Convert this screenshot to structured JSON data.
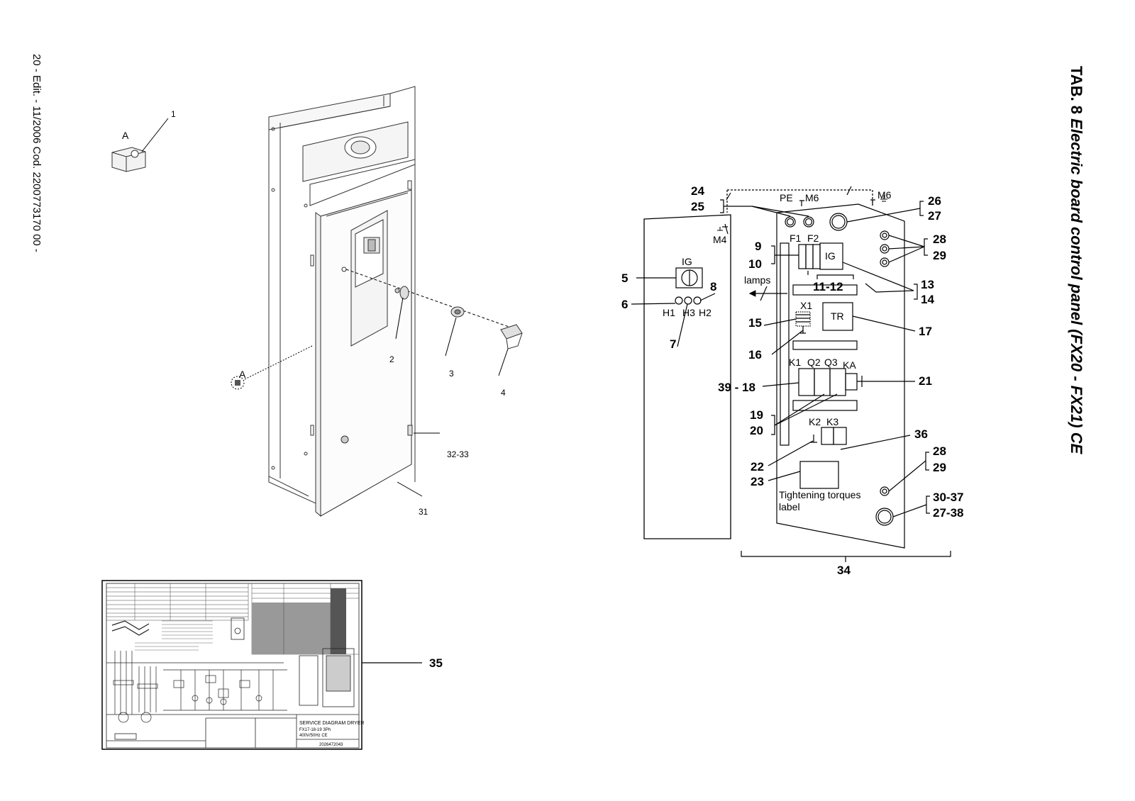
{
  "page": {
    "edition": "20 - Edit. - 11/2006 Cod. 2200773170 00 -",
    "tab_label": "TAB. 8",
    "title": "Electric board control panel (FX20 - FX21) CE"
  },
  "left_view": {
    "callouts": {
      "detail_a_top": "A",
      "detail_a_side": "A",
      "c1": "1",
      "c2": "2",
      "c3": "3",
      "c4": "4",
      "c32_33": "32-33",
      "c31": "31"
    }
  },
  "right_view": {
    "markers": {
      "pe": "PE",
      "m6_top": "M6",
      "m6_right": "M6",
      "m4": "M4",
      "ig_switch": "IG",
      "ig_box": "IG",
      "f1": "F1",
      "f2": "F2",
      "lamps": "lamps",
      "h1": "H1",
      "h3": "H3",
      "h2": "H2",
      "x1": "X1",
      "tr": "TR",
      "k1": "K1",
      "q2": "Q2",
      "q3": "Q3",
      "ka": "KA",
      "k2": "K2",
      "k3": "K3",
      "torque_label_line1": "Tightening torques",
      "torque_label_line2": "label"
    },
    "callouts": {
      "c24": "24",
      "c25": "25",
      "c26": "26",
      "c27": "27",
      "c28a": "28",
      "c29a": "29",
      "c9": "9",
      "c10": "10",
      "c5": "5",
      "c11_12": "11-12",
      "c13": "13",
      "c14": "14",
      "c6": "6",
      "c7": "7",
      "c8": "8",
      "c15": "15",
      "c16": "16",
      "c17": "17",
      "c39_18": "39 - 18",
      "c21": "21",
      "c19": "19",
      "c20": "20",
      "c36": "36",
      "c22": "22",
      "c23": "23",
      "c28b": "28",
      "c29b": "29",
      "c30_37": "30-37",
      "c27_38": "27-38",
      "c34": "34"
    }
  },
  "wiring_sheet": {
    "callout": "35",
    "title_block": "SERVICE DIAGRAM DRYER",
    "model_line": "FX17-18-19 3Ph",
    "voltage_line": "400V/50Hz CE",
    "drawing_number": "2026472043"
  }
}
